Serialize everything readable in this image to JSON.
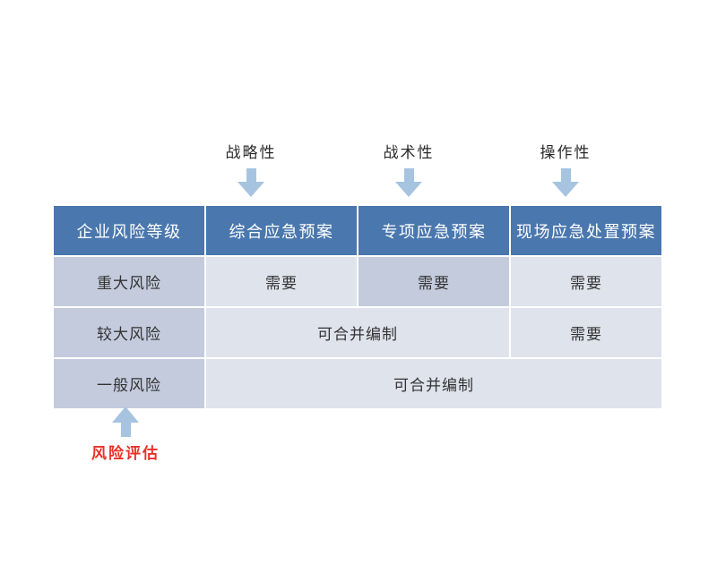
{
  "diagram": {
    "top_callouts": [
      {
        "label": "战略性",
        "arrow": "arrow-down-icon"
      },
      {
        "label": "战术性",
        "arrow": "arrow-down-icon"
      },
      {
        "label": "操作性",
        "arrow": "arrow-down-icon"
      }
    ],
    "bottom_callout": {
      "label": "风险评估",
      "arrow": "arrow-up-icon",
      "color": "#e8312a"
    },
    "colors": {
      "header_blue": "#4a77ad",
      "cell_dark": "#c3cbdd",
      "cell_light": "#dfe3ec",
      "arrow_blue": "#a6c4df",
      "accent_red": "#e8312a",
      "background": "#ffffff"
    },
    "table": {
      "headers": [
        "企业风险等级",
        "综合应急预案",
        "专项应急预案",
        "现场应急处置预案"
      ],
      "rows": [
        {
          "level": "重大风险",
          "cells": [
            {
              "text": "需要",
              "shade": "light",
              "span": 1
            },
            {
              "text": "需要",
              "shade": "dark",
              "span": 1
            },
            {
              "text": "需要",
              "shade": "light",
              "span": 1
            }
          ]
        },
        {
          "level": "较大风险",
          "cells": [
            {
              "text": "可合并编制",
              "shade": "light",
              "span": 2
            },
            {
              "text": "需要",
              "shade": "light",
              "span": 1
            }
          ]
        },
        {
          "level": "一般风险",
          "cells": [
            {
              "text": "可合并编制",
              "shade": "light",
              "span": 3
            }
          ]
        }
      ]
    }
  }
}
